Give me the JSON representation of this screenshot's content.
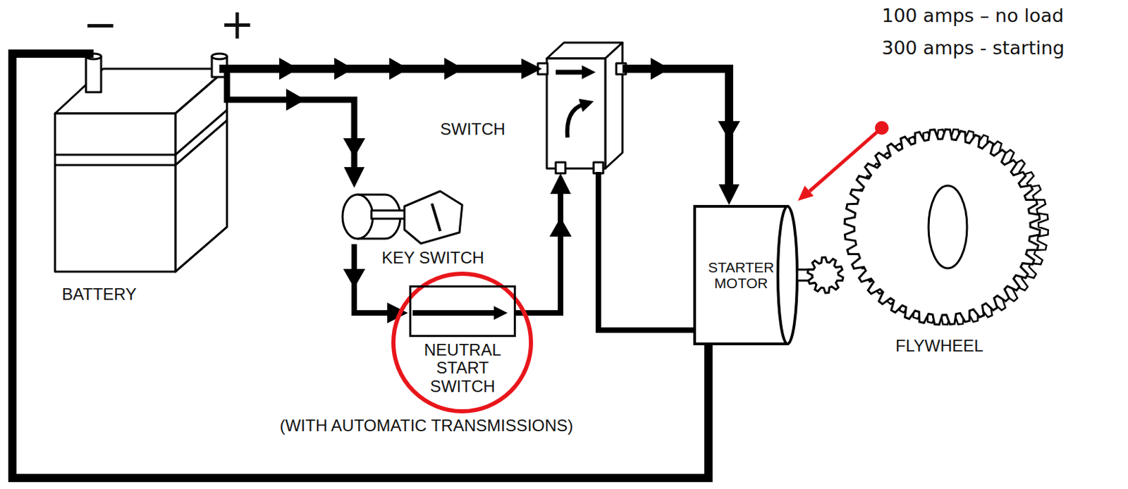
{
  "diagram": {
    "nodes": [
      {
        "text": [
          "BATTERY"
        ]
      },
      {
        "text": [
          "SWITCH"
        ]
      },
      {
        "text": [
          "KEY SWITCH"
        ]
      },
      {
        "text": [
          "NEUTRAL START SWITCH"
        ]
      },
      {
        "text": [
          "STARTER MOTOR"
        ]
      }
    ],
    "edges": [
      {
        "from": 0,
        "to": 1,
        "arrow": "to"
      },
      {
        "from": 0,
        "to": 2,
        "arrow": "to"
      },
      {
        "from": 2,
        "to": 3,
        "arrow": "to"
      },
      {
        "from": 3,
        "to": 1,
        "arrow": "to"
      },
      {
        "from": 1,
        "to": 4,
        "arrow": "to"
      },
      {
        "from": 1,
        "to": 4,
        "arrow": "none"
      },
      {
        "from": 4,
        "to": 0,
        "arrow": "none"
      }
    ],
    "labels": [
      "−",
      "+",
      "100 amps – no load",
      "300 amps - starting",
      "(WITH AUTOMATIC TRANSMISSIONS)",
      "FLYWHEEL"
    ]
  }
}
